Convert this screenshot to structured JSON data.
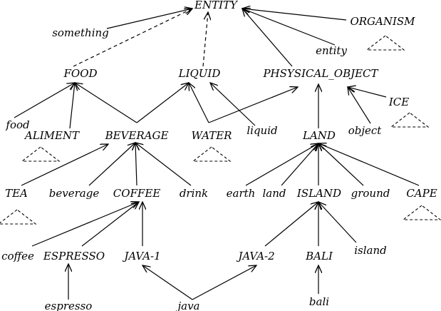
{
  "diagram": {
    "nodes": {
      "ENTITY": "ENTITY",
      "something": "something",
      "ORGANISM": "ORGANISM",
      "entity": "entity",
      "FOOD": "FOOD",
      "LIQUID": "LIQUID",
      "PHSYSICAL_OBJECT": "PHSYSICAL_OBJECT",
      "ICE": "ICE",
      "food": "food",
      "ALIMENT": "ALIMENT",
      "BEVERAGE": "BEVERAGE",
      "WATER": "WATER",
      "liquid": "liquid",
      "LAND": "LAND",
      "object": "object",
      "TEA": "TEA",
      "beverage": "beverage",
      "COFFEE": "COFFEE",
      "drink": "drink",
      "earth": "earth",
      "land": "land",
      "ISLAND": "ISLAND",
      "ground": "ground",
      "CAPE": "CAPE",
      "coffee": "coffee",
      "ESPRESSO": "ESPRESSO",
      "JAVA_1": "JAVA-1",
      "JAVA_2": "JAVA-2",
      "BALI": "BALI",
      "island": "island",
      "espresso": "espresso",
      "java": "java",
      "bali": "bali"
    },
    "edges": [
      {
        "from": "something",
        "to": "ENTITY",
        "style": "solid"
      },
      {
        "from": "ORGANISM",
        "to": "ENTITY",
        "style": "solid"
      },
      {
        "from": "entity",
        "to": "ENTITY",
        "style": "solid"
      },
      {
        "from": "PHSYSICAL_OBJECT",
        "to": "ENTITY",
        "style": "solid"
      },
      {
        "from": "FOOD",
        "to": "ENTITY",
        "style": "dashed"
      },
      {
        "from": "LIQUID",
        "to": "ENTITY",
        "style": "dashed"
      },
      {
        "from": "food",
        "to": "FOOD",
        "style": "solid"
      },
      {
        "from": "ALIMENT",
        "to": "FOOD",
        "style": "solid"
      },
      {
        "from": "BEVERAGE",
        "to": "FOOD",
        "style": "solid"
      },
      {
        "from": "BEVERAGE",
        "to": "LIQUID",
        "style": "solid"
      },
      {
        "from": "WATER",
        "to": "LIQUID",
        "style": "solid"
      },
      {
        "from": "liquid",
        "to": "LIQUID",
        "style": "solid"
      },
      {
        "from": "WATER",
        "to": "PHSYSICAL_OBJECT",
        "style": "solid"
      },
      {
        "from": "LAND",
        "to": "PHSYSICAL_OBJECT",
        "style": "solid"
      },
      {
        "from": "object",
        "to": "PHSYSICAL_OBJECT",
        "style": "solid"
      },
      {
        "from": "ICE",
        "to": "PHSYSICAL_OBJECT",
        "style": "solid"
      },
      {
        "from": "TEA",
        "to": "BEVERAGE",
        "style": "solid"
      },
      {
        "from": "beverage",
        "to": "BEVERAGE",
        "style": "solid"
      },
      {
        "from": "COFFEE",
        "to": "BEVERAGE",
        "style": "solid"
      },
      {
        "from": "drink",
        "to": "BEVERAGE",
        "style": "solid"
      },
      {
        "from": "earth",
        "to": "LAND",
        "style": "solid"
      },
      {
        "from": "land",
        "to": "LAND",
        "style": "solid"
      },
      {
        "from": "ISLAND",
        "to": "LAND",
        "style": "solid"
      },
      {
        "from": "ground",
        "to": "LAND",
        "style": "solid"
      },
      {
        "from": "CAPE",
        "to": "LAND",
        "style": "solid"
      },
      {
        "from": "coffee",
        "to": "COFFEE",
        "style": "solid"
      },
      {
        "from": "ESPRESSO",
        "to": "COFFEE",
        "style": "solid"
      },
      {
        "from": "JAVA_1",
        "to": "COFFEE",
        "style": "solid"
      },
      {
        "from": "JAVA_2",
        "to": "ISLAND",
        "style": "solid"
      },
      {
        "from": "BALI",
        "to": "ISLAND",
        "style": "solid"
      },
      {
        "from": "island",
        "to": "ISLAND",
        "style": "solid"
      },
      {
        "from": "espresso",
        "to": "ESPRESSO",
        "style": "solid"
      },
      {
        "from": "java",
        "to": "JAVA_1",
        "style": "solid"
      },
      {
        "from": "java",
        "to": "JAVA_2",
        "style": "solid"
      },
      {
        "from": "bali",
        "to": "BALI",
        "style": "solid"
      }
    ],
    "collapsed_subtrees": [
      "ORGANISM",
      "ICE",
      "ALIMENT",
      "WATER",
      "TEA",
      "CAPE"
    ]
  }
}
